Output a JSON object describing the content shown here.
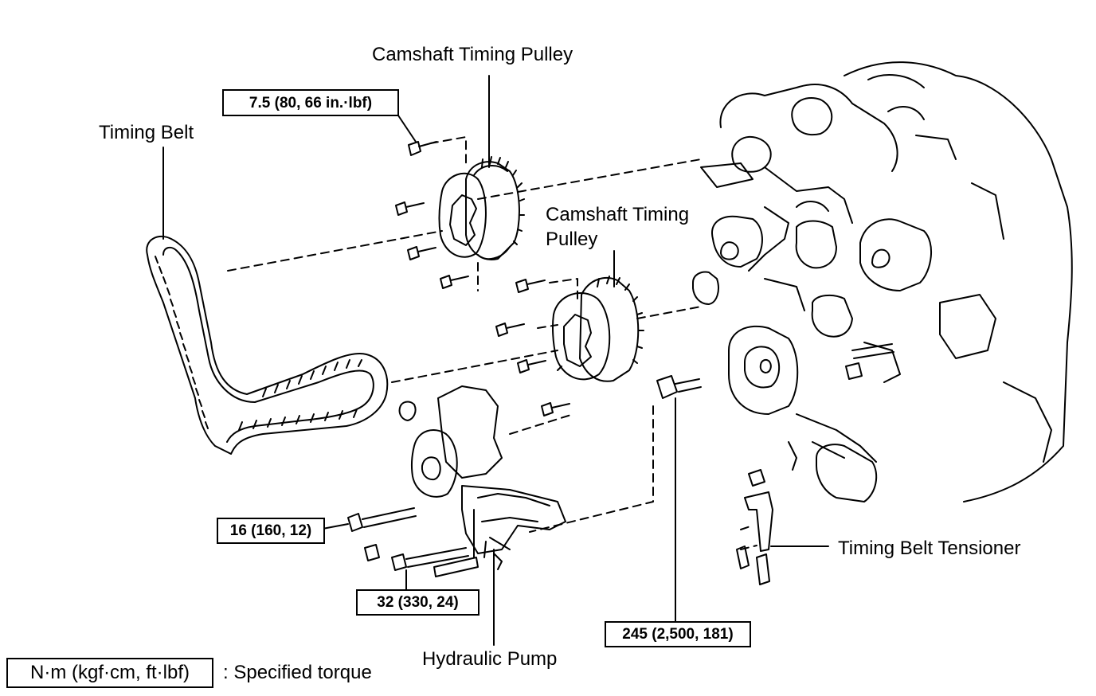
{
  "labels": {
    "camshaft_pulley_upper": "Camshaft Timing Pulley",
    "camshaft_pulley_lower_line1": "Camshaft Timing",
    "camshaft_pulley_lower_line2": "Pulley",
    "timing_belt": "Timing Belt",
    "timing_belt_tensioner": "Timing Belt Tensioner",
    "hydraulic_pump": "Hydraulic Pump"
  },
  "torque_specs": {
    "camshaft_bolt": "7.5 (80, 66 in.·lbf)",
    "pump_long_bolt": "16 (160, 12)",
    "pump_bracket_bolt": "32 (330, 24)",
    "crankshaft_bolt": "245 (2,500, 181)"
  },
  "legend": {
    "unit_box": "N·m (kgf·cm, ft·lbf)",
    "description": ": Specified torque"
  }
}
